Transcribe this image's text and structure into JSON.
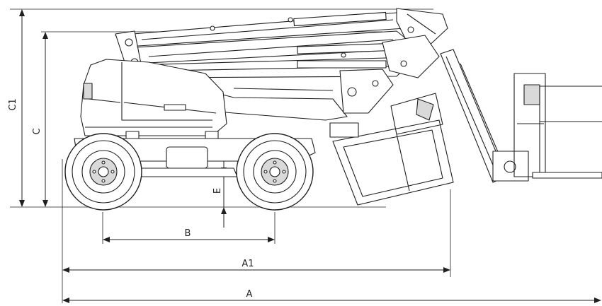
{
  "diagram": {
    "dimension_labels": {
      "A": "A",
      "A1": "A1",
      "B": "B",
      "C": "C",
      "C1": "C1",
      "E": "E"
    },
    "colors": {
      "line": "#1f1f1f",
      "fill": "#ffffff",
      "shade": "#d9d9d9"
    }
  }
}
